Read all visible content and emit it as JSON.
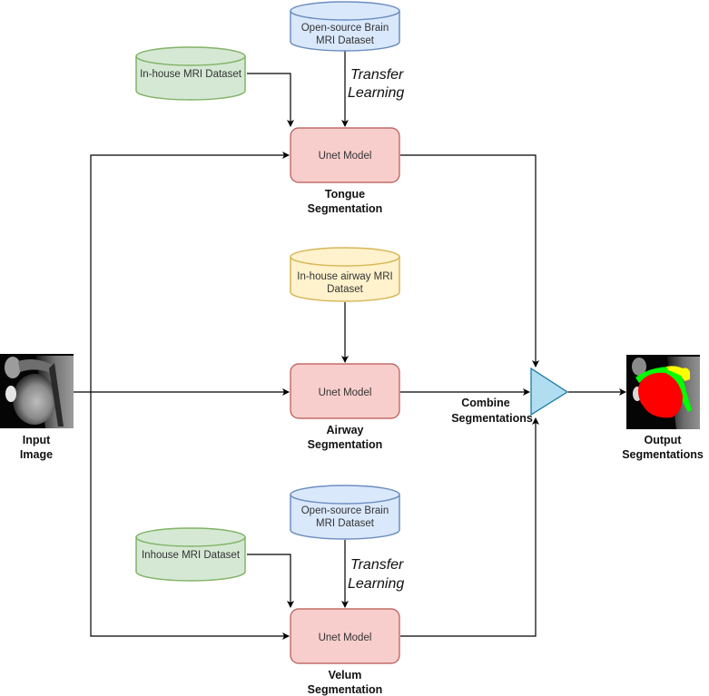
{
  "diagram": {
    "datasets": {
      "tongue_source": {
        "lines": [
          "Open-source Brain",
          "MRI Dataset"
        ],
        "color": "blue"
      },
      "tongue_inhouse": {
        "lines": [
          "In-house MRI Dataset"
        ],
        "color": "green"
      },
      "airway_inhouse": {
        "lines": [
          "In-house airway MRI",
          "Dataset"
        ],
        "color": "yellow"
      },
      "velum_source": {
        "lines": [
          "Open-source Brain",
          "MRI Dataset"
        ],
        "color": "blue"
      },
      "velum_inhouse": {
        "lines": [
          "Inhouse MRI Dataset"
        ],
        "color": "green"
      }
    },
    "transfer_learning": {
      "tongue": [
        "Transfer",
        "Learning"
      ],
      "velum": [
        "Transfer",
        "Learning"
      ]
    },
    "models": {
      "tongue": {
        "label": "Unet Model",
        "caption": [
          "Tongue",
          "Segmentation"
        ]
      },
      "airway": {
        "label": "Unet Model",
        "caption": [
          "Airway",
          "Segmentation"
        ]
      },
      "velum": {
        "label": "Unet Model",
        "caption": [
          "Velum",
          "Segmentation"
        ]
      }
    },
    "input": {
      "caption": [
        "Input",
        "Image"
      ]
    },
    "combine": {
      "caption": [
        "Combine",
        "Segmentations"
      ]
    },
    "output": {
      "caption": [
        "Output",
        "Segmentations"
      ]
    },
    "colors": {
      "blue_fill": "#dae8fc",
      "blue_stroke": "#6c8ebf",
      "green_fill": "#d5e8d4",
      "green_stroke": "#82b366",
      "yellow_fill": "#fff2cc",
      "yellow_stroke": "#d6b656",
      "model_fill": "#f8cecc",
      "model_stroke": "#b85450",
      "combine_fill": "#b1ddf0",
      "combine_stroke": "#10739e",
      "seg_tongue": "#ff0000",
      "seg_airway": "#00ff00",
      "seg_velum": "#ffff00"
    }
  }
}
